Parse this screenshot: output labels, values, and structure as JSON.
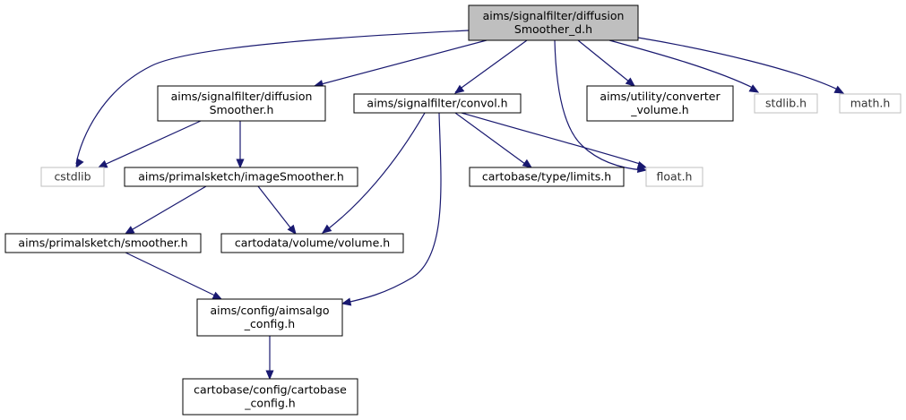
{
  "colors": {
    "edge": "#191970",
    "root_fill": "#bfbfbf",
    "box_border": "#000000",
    "external_border": "#bfbfbf",
    "background": "#ffffff"
  },
  "nodes": [
    {
      "id": "n0",
      "lines": [
        "aims/signalfilter/diffusion",
        "Smoother_d.h"
      ],
      "kind": "root"
    },
    {
      "id": "n1",
      "lines": [
        "aims/signalfilter/diffusion",
        "Smoother.h"
      ],
      "kind": "file"
    },
    {
      "id": "n2",
      "lines": [
        "aims/signalfilter/convol.h"
      ],
      "kind": "file"
    },
    {
      "id": "n3",
      "lines": [
        "aims/utility/converter",
        "_volume.h"
      ],
      "kind": "file"
    },
    {
      "id": "n4",
      "lines": [
        "stdlib.h"
      ],
      "kind": "external"
    },
    {
      "id": "n5",
      "lines": [
        "math.h"
      ],
      "kind": "external"
    },
    {
      "id": "n6",
      "lines": [
        "cstdlib"
      ],
      "kind": "external"
    },
    {
      "id": "n7",
      "lines": [
        "aims/primalsketch/imageSmoother.h"
      ],
      "kind": "file"
    },
    {
      "id": "n8",
      "lines": [
        "cartobase/type/limits.h"
      ],
      "kind": "file"
    },
    {
      "id": "n9",
      "lines": [
        "float.h"
      ],
      "kind": "external"
    },
    {
      "id": "n10",
      "lines": [
        "aims/primalsketch/smoother.h"
      ],
      "kind": "file"
    },
    {
      "id": "n11",
      "lines": [
        "cartodata/volume/volume.h"
      ],
      "kind": "file"
    },
    {
      "id": "n12",
      "lines": [
        "aims/config/aimsalgo",
        "_config.h"
      ],
      "kind": "file"
    },
    {
      "id": "n13",
      "lines": [
        "cartobase/config/cartobase",
        "_config.h"
      ],
      "kind": "file"
    }
  ],
  "edges": [
    {
      "from": "n0",
      "to": "n1"
    },
    {
      "from": "n0",
      "to": "n6"
    },
    {
      "from": "n0",
      "to": "n2"
    },
    {
      "from": "n0",
      "to": "n9"
    },
    {
      "from": "n0",
      "to": "n3"
    },
    {
      "from": "n0",
      "to": "n4"
    },
    {
      "from": "n0",
      "to": "n5"
    },
    {
      "from": "n1",
      "to": "n6"
    },
    {
      "from": "n1",
      "to": "n7"
    },
    {
      "from": "n2",
      "to": "n11"
    },
    {
      "from": "n2",
      "to": "n12"
    },
    {
      "from": "n2",
      "to": "n8"
    },
    {
      "from": "n2",
      "to": "n9"
    },
    {
      "from": "n7",
      "to": "n10"
    },
    {
      "from": "n7",
      "to": "n11"
    },
    {
      "from": "n10",
      "to": "n12"
    },
    {
      "from": "n12",
      "to": "n13"
    }
  ]
}
